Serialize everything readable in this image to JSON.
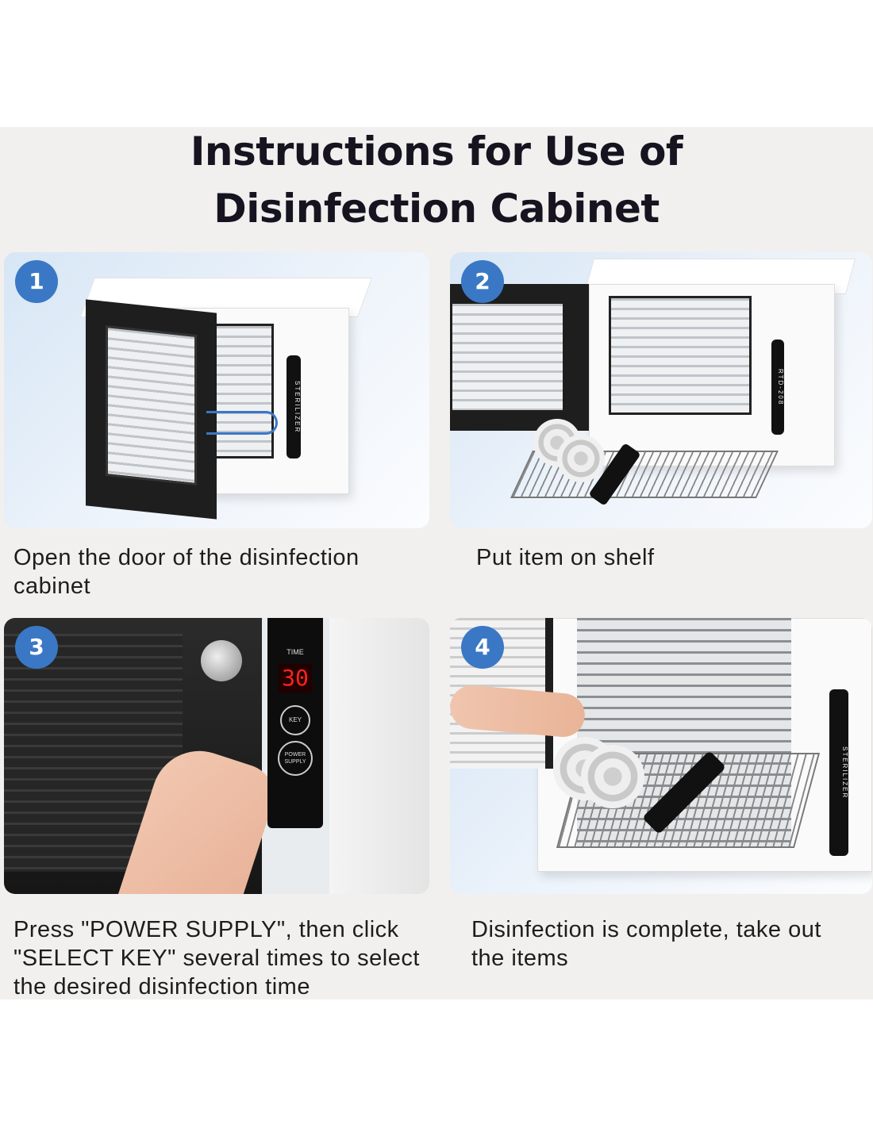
{
  "title": {
    "line1": "Instructions for Use of",
    "line2": "Disinfection Cabinet"
  },
  "steps": [
    {
      "number": "1",
      "caption": "Open the door of the disinfection cabinet"
    },
    {
      "number": "2",
      "caption": "Put item on shelf"
    },
    {
      "number": "3",
      "caption": "Press \"POWER SUPPLY\", then click \"SELECT KEY\" several times to select the desired disinfection time"
    },
    {
      "number": "4",
      "caption": "Disinfection is complete, take out the items"
    }
  ],
  "product": {
    "brand_text": "STERILIZER",
    "model": "RTD-208",
    "time_label": "TIME",
    "display_value": "30",
    "key_label": "KEY",
    "power_label": "POWER SUPPLY"
  },
  "colors": {
    "badge": "#3a78c6",
    "background": "#f1f0ef",
    "title": "#15141f"
  }
}
